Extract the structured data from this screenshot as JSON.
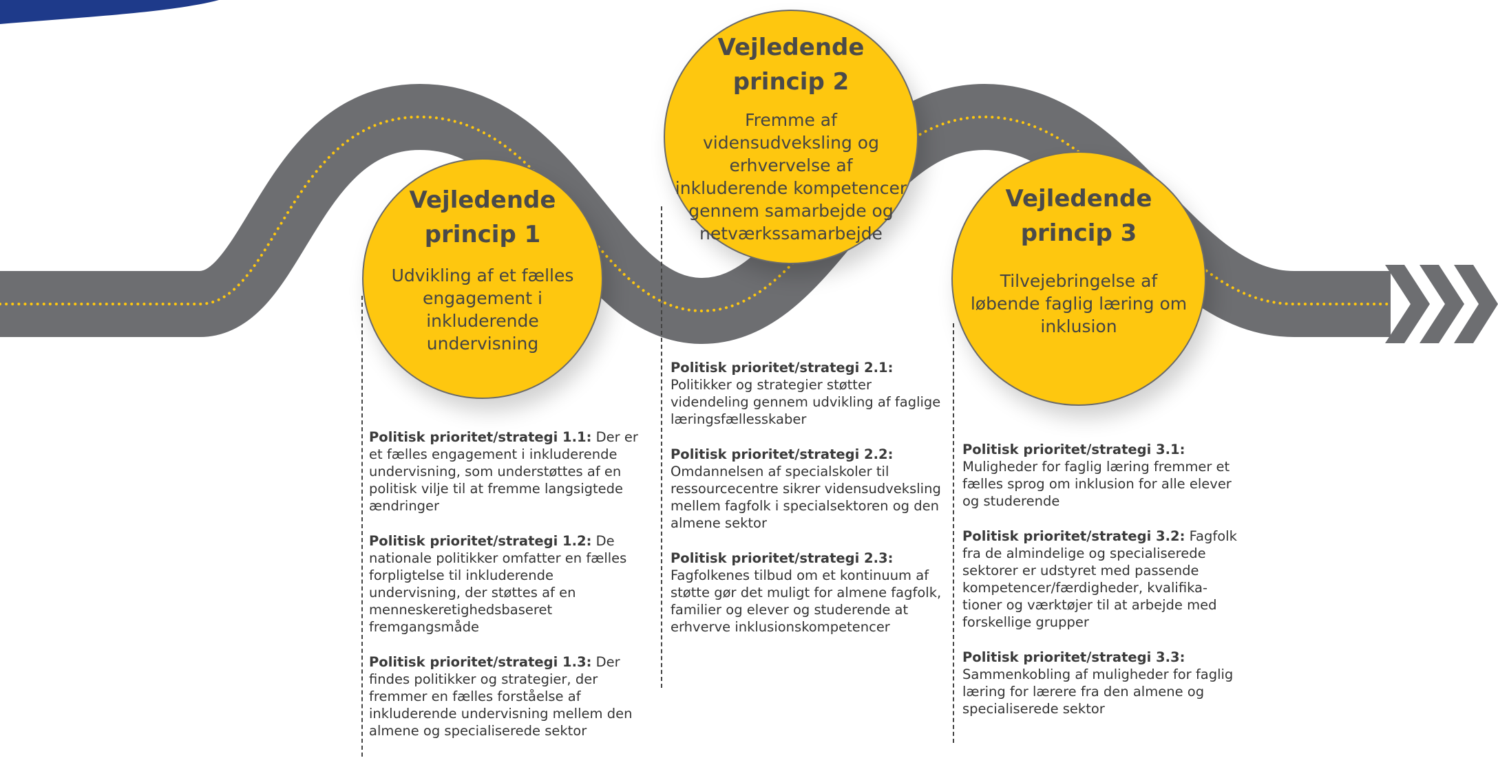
{
  "colors": {
    "road": "#6d6e71",
    "road_dots": "#fec70f",
    "circle_fill": "#fec70f",
    "banner": "#1e3a8a",
    "arrows": "#6d6e71"
  },
  "principles": [
    {
      "title_line1": "Vejledende",
      "title_line2": "princip 1",
      "text": "Udvikling af et fælles engagement i inkluderende undervisning",
      "strategies": [
        {
          "label": "Politisk prioritet/strategi 1.1:",
          "text": " Der er et fælles engagement i inkluderende undervisning, som understøttes af en politisk vilje til at fremme langsigtede ændringer"
        },
        {
          "label": "Politisk prioritet/strategi 1.2:",
          "text": " De nationale politikker omfatter en fælles forpligtelse til inkluderende undervisning, der støttes af en menneskeretig­hedsbaseret fremgangsmåde"
        },
        {
          "label": "Politisk prioritet/strategi 1.3:",
          "text": " Der findes politikker og strategier, der fremmer en fælles forståelse af inkluderende undervisning mellem den almene og specialiserede sektor"
        }
      ]
    },
    {
      "title_line1": "Vejledende",
      "title_line2": "princip 2",
      "text": "Fremme af vidensudveksling og erhvervelse af inkluderende kompetencer gennem samarbejde og netværkssamarbejde",
      "strategies": [
        {
          "label": "Politisk prioritet/strategi 2.1:",
          "text": " Politikker og strategier støtter videndeling gennem udvikling af faglige læringsfællesskaber"
        },
        {
          "label": "Politisk prioritet/strategi 2.2:",
          "text": " Omdannelsen af specialskoler til ressourcecentre sikrer vidensudveksling mellem fagfolk i specialsektoren og den almene sektor"
        },
        {
          "label": "Politisk prioritet/strategi 2.3:",
          "text": " Fagfolkenes tilbud om et kontinuum af støtte gør det muligt for almene fagfolk, familier og elever og studerende at erhverve inklusionskompetencer"
        }
      ]
    },
    {
      "title_line1": "Vejledende",
      "title_line2": "princip 3",
      "text": "Tilvejebringelse af løbende faglig læring om inklusion",
      "strategies": [
        {
          "label": "Politisk prioritet/strategi 3.1:",
          "text": " Muligheder for faglig læring fremmer et fælles sprog om inklusion for alle elever og studerende"
        },
        {
          "label": "Politisk prioritet/strategi 3.2:",
          "text": " Fagfolk fra de almindelige og specialiserede sektorer er udstyret med passende kompetencer/færdigheder, kvalifika­tioner og værktøjer til at arbejde med forskellige grupper"
        },
        {
          "label": "Politisk prioritet/strategi 3.3:",
          "text": " Sammenkobling af muligheder for faglig læring for lærere fra den almene og specialiserede sektor"
        }
      ]
    }
  ]
}
